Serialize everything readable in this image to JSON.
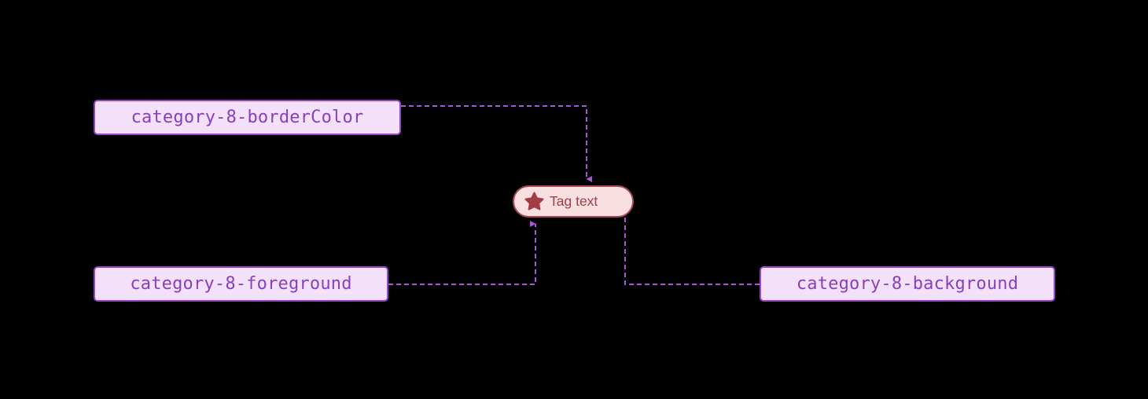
{
  "diagram": {
    "background_color": "#000000",
    "title": "",
    "nodes": [
      {
        "id": "borderColor",
        "label": "category-8-borderColor",
        "type": "token-box",
        "fill": "#f3e0fb",
        "stroke": "#9a43c9",
        "text_color": "#8a3fbd"
      },
      {
        "id": "foreground",
        "label": "category-8-foreground",
        "type": "token-box",
        "fill": "#f3e0fb",
        "stroke": "#9a43c9",
        "text_color": "#8a3fbd"
      },
      {
        "id": "background",
        "label": "category-8-background",
        "type": "token-box",
        "fill": "#f3e0fb",
        "stroke": "#9a43c9",
        "text_color": "#8a3fbd"
      }
    ],
    "tag": {
      "label": "Tag text",
      "icon": "star-icon",
      "fill": "#fadfe0",
      "stroke": "#a64b52",
      "text_color": "#9e3f48",
      "icon_color": "#a33c44"
    },
    "edges": {
      "style": "dashed",
      "color": "#a855d8",
      "arrow": "triangle",
      "connections": [
        {
          "from": "borderColor",
          "to": "tag",
          "direction": "down"
        },
        {
          "from": "foreground",
          "to": "tag",
          "direction": "up"
        },
        {
          "from": "background",
          "to": "tag",
          "direction": "up"
        }
      ]
    }
  }
}
